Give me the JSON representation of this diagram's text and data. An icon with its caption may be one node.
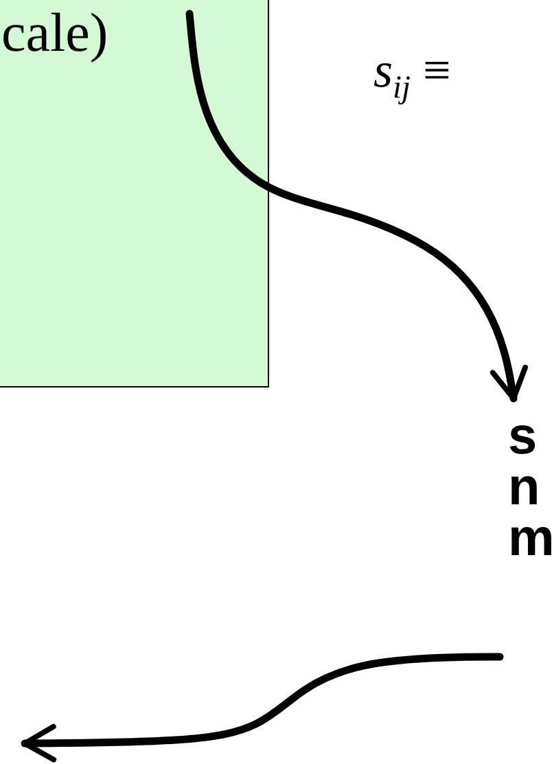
{
  "diagram": {
    "nodes": [
      {
        "text": [
          "cale)"
        ]
      },
      {
        "text": [
          "s n m"
        ]
      }
    ],
    "edges": [
      {
        "from": 0,
        "to": 1,
        "arrow": "to"
      },
      {
        "from": 1,
        "to": null,
        "arrow": "to"
      }
    ],
    "labels": [
      "*s*$_{ij}$ ≡"
    ]
  }
}
